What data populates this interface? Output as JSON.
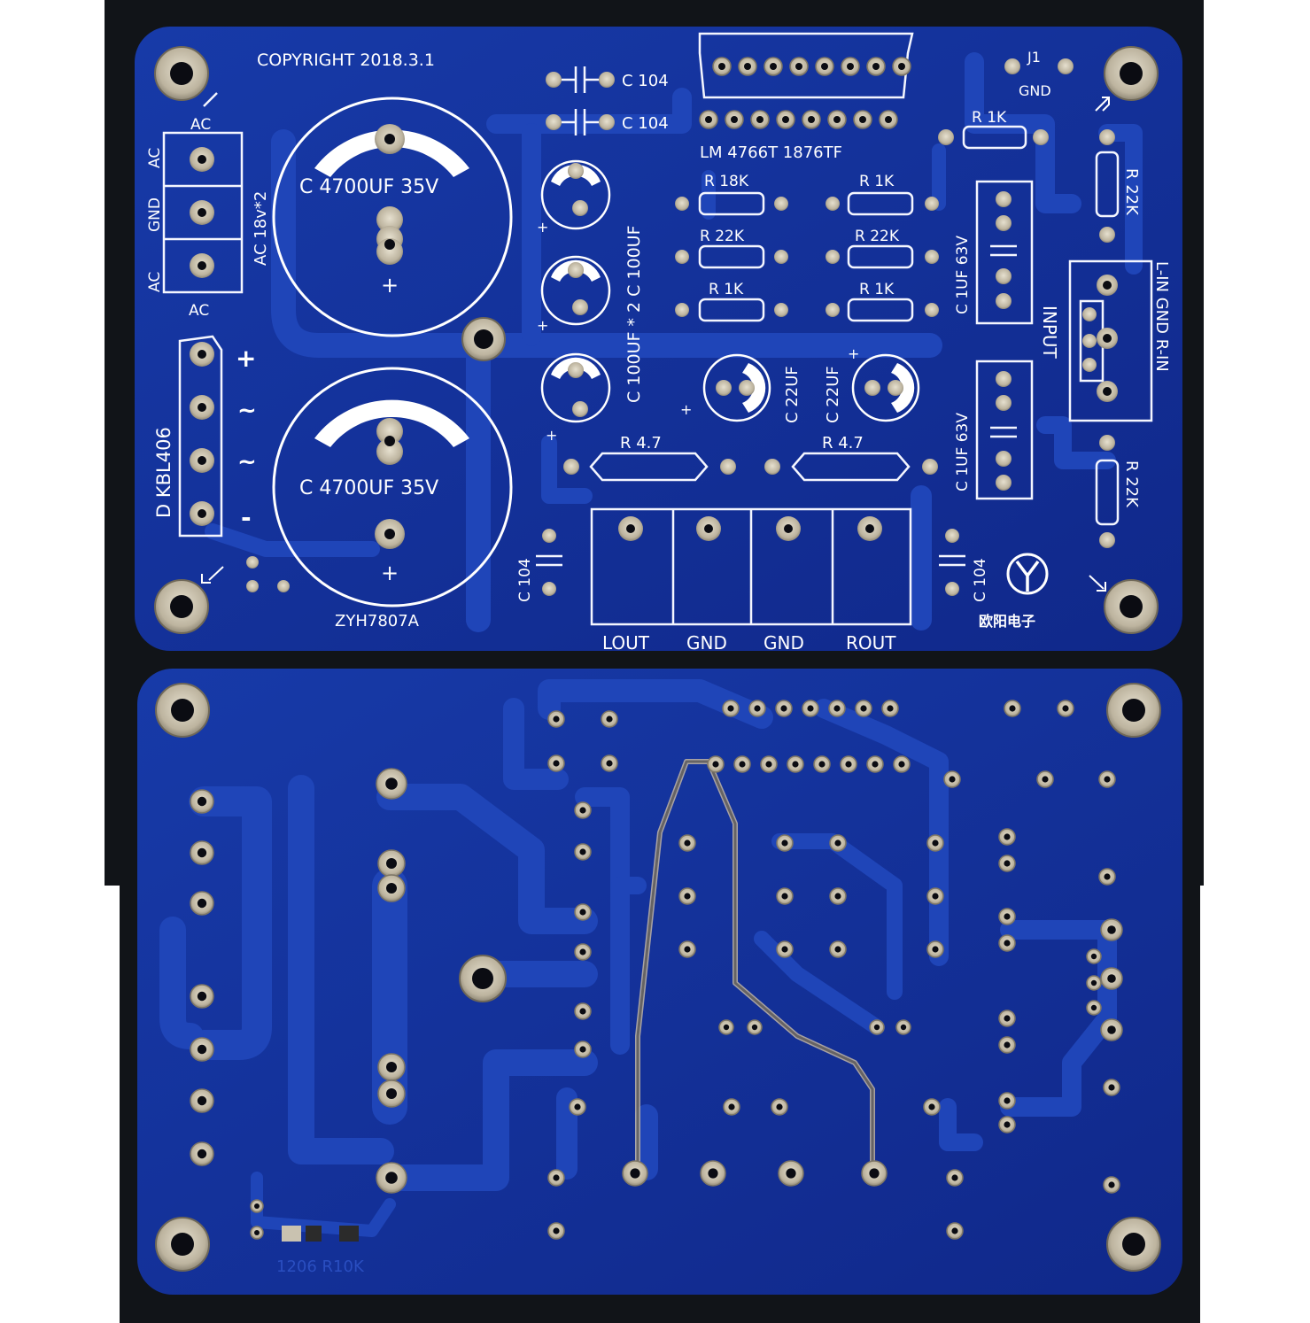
{
  "colors": {
    "background": "#ffffff",
    "backdrop": "#101418",
    "board": "#14329e",
    "trace": "#1f45b8",
    "silkscreen": "#ffffff",
    "pad": "#c9c2b0",
    "accent_copper": "#d8c7a8"
  },
  "top_board": {
    "copyright": "COPYRIGHT 2018.3.1",
    "ac_top": "AC",
    "ac_bottom": "AC",
    "ac_vertical": "AC",
    "gnd_vertical": "GND",
    "ac2_vertical": "AC",
    "transformer": "AC 18v*2",
    "cap_upper": "C 4700UF 35V",
    "cap_lower": "C 4700UF 35V",
    "cap_plus": "+",
    "bridge": "D KBL406",
    "bridge_plus": "+",
    "bridge_tilde_1": "~",
    "bridge_tilde_2": "~",
    "bridge_minus": "-",
    "c104_a": "C 104",
    "c104_b": "C 104",
    "c100uf": "C 100UF * 2 C 100UF",
    "ic": "LM 4766T 1876TF",
    "r18k": "R 18K",
    "r1k_a": "R 1K",
    "r22k_a": "R 22K",
    "r22k_b": "R 22K",
    "r1k_b": "R 1K",
    "r1k_c": "R 1K",
    "r1k_top": "R 1K",
    "c22uf_a": "C 22UF",
    "c22uf_b": "C 22UF",
    "r47_a": "R 4.7",
    "r47_b": "R 4.7",
    "c1uf_a": "C 1UF 63V",
    "c1uf_b": "C 1UF 63V",
    "j1": "J1",
    "j1_gnd": "GND",
    "r22k_right_a": "R 22K",
    "r22k_right_b": "R 22K",
    "input": "INPUT",
    "input_pins": "L-IN GND R-IN",
    "c104_left": "C 104",
    "c104_right": "C 104",
    "out_lout": "LOUT",
    "out_gnd1": "GND",
    "out_gnd2": "GND",
    "out_rout": "ROUT",
    "model": "ZYH7807A",
    "brand": "欧阳电子"
  },
  "bottom_board": {
    "smd_label": "1206 R10K"
  }
}
